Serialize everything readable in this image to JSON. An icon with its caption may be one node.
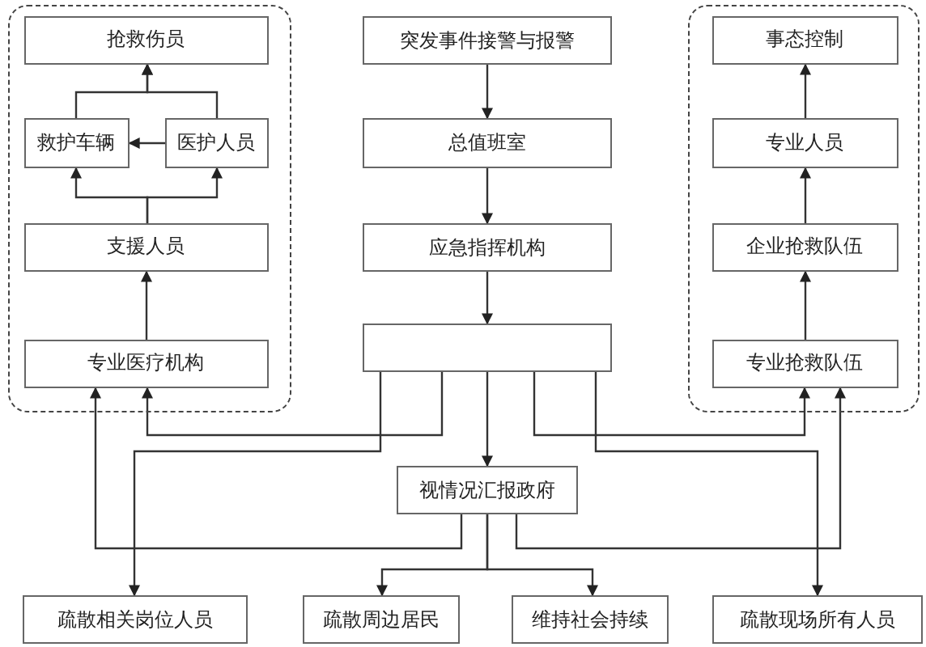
{
  "diagram": {
    "nodes": [
      {
        "text": [],
        "shape": "box"
      },
      {
        "text": [
          "抢救伤员"
        ],
        "in": 0
      },
      {
        "text": [
          "救护车辆"
        ],
        "in": 0
      },
      {
        "text": [
          "医护人员"
        ],
        "in": 0
      },
      {
        "text": [
          "支援人员"
        ],
        "in": 0
      },
      {
        "text": [
          "专业医疗机构"
        ],
        "in": 0
      },
      {
        "text": [
          "突发事件接警与报警"
        ]
      },
      {
        "text": [
          "总值班室"
        ]
      },
      {
        "text": [
          "应急指挥机构"
        ]
      },
      {
        "text": [],
        "shape": "box"
      },
      {
        "text": [],
        "shape": "box"
      },
      {
        "text": [
          "事态控制"
        ],
        "in": 10
      },
      {
        "text": [
          "专业人员"
        ],
        "in": 10
      },
      {
        "text": [
          "企业抢救队伍"
        ],
        "in": 10
      },
      {
        "text": [
          "专业抢救队伍"
        ],
        "in": 10
      },
      {
        "text": [
          "视情况汇报政府"
        ]
      },
      {
        "text": [
          "疏散相关岗位人员"
        ]
      },
      {
        "text": [
          "疏散周边居民"
        ]
      },
      {
        "text": [
          "维持社会持续"
        ]
      },
      {
        "text": [
          "疏散现场所有人员"
        ]
      }
    ],
    "edges": [
      {
        "from": 2,
        "to": 1,
        "arrow": "to"
      },
      {
        "from": 3,
        "to": 1,
        "arrow": "to"
      },
      {
        "from": 3,
        "to": 2,
        "arrow": "to"
      },
      {
        "from": 4,
        "to": 2,
        "arrow": "to"
      },
      {
        "from": 4,
        "to": 3,
        "arrow": "to"
      },
      {
        "from": 5,
        "to": 4,
        "arrow": "to"
      },
      {
        "from": 6,
        "to": 7,
        "arrow": "to"
      },
      {
        "from": 7,
        "to": 8,
        "arrow": "to"
      },
      {
        "from": 8,
        "to": 9,
        "arrow": "to"
      },
      {
        "from": 9,
        "to": 5,
        "arrow": "to"
      },
      {
        "from": 9,
        "to": 16,
        "arrow": "to"
      },
      {
        "from": 9,
        "to": 15,
        "arrow": "to"
      },
      {
        "from": 9,
        "to": 14,
        "arrow": "to"
      },
      {
        "from": 9,
        "to": 19,
        "arrow": "to"
      },
      {
        "from": 15,
        "to": 5,
        "arrow": "to"
      },
      {
        "from": 15,
        "to": 17,
        "arrow": "to"
      },
      {
        "from": 15,
        "to": 18,
        "arrow": "to"
      },
      {
        "from": 15,
        "to": 14,
        "arrow": "to"
      },
      {
        "from": 14,
        "to": 13,
        "arrow": "to"
      },
      {
        "from": 13,
        "to": 12,
        "arrow": "to"
      },
      {
        "from": 12,
        "to": 11,
        "arrow": "to"
      }
    ]
  }
}
